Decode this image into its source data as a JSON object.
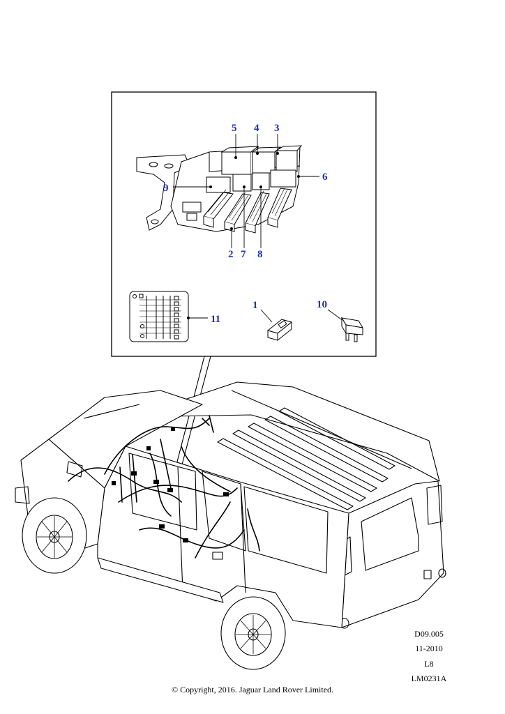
{
  "colors": {
    "callout": "#1a2fbf",
    "line": "#000000",
    "background": "#ffffff"
  },
  "callouts": [
    {
      "id": "5",
      "label": "5"
    },
    {
      "id": "4",
      "label": "4"
    },
    {
      "id": "3",
      "label": "3"
    },
    {
      "id": "6",
      "label": "6"
    },
    {
      "id": "9",
      "label": "9"
    },
    {
      "id": "2",
      "label": "2"
    },
    {
      "id": "7",
      "label": "7"
    },
    {
      "id": "8",
      "label": "8"
    },
    {
      "id": "11",
      "label": "11"
    },
    {
      "id": "1",
      "label": "1"
    },
    {
      "id": "10",
      "label": "10"
    }
  ],
  "meta": {
    "code": "D09.005",
    "date": "11-2010",
    "level": "L8",
    "ref": "LM0231A"
  },
  "copyright": "© Copyright, 2016. Jaguar Land Rover Limited."
}
